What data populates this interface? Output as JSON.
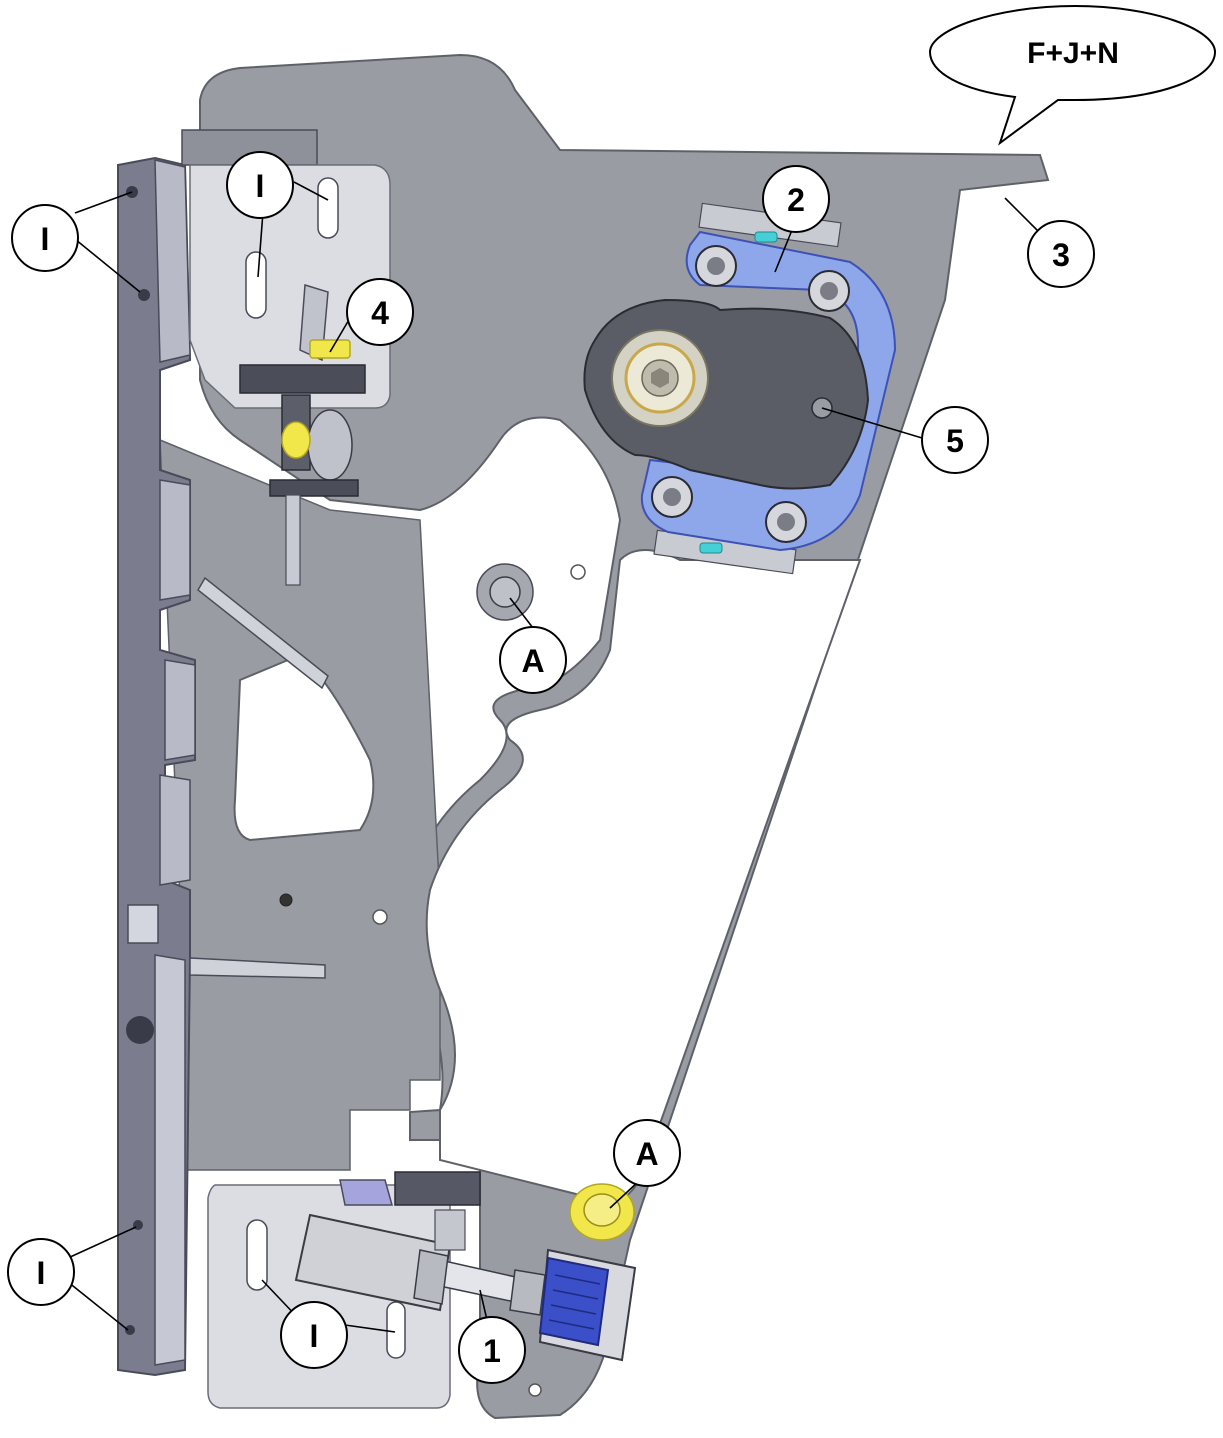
{
  "callout_bubble": {
    "label": "F+J+N"
  },
  "callouts": [
    {
      "id": "I-top-left",
      "label": "I"
    },
    {
      "id": "I-top-plate",
      "label": "I"
    },
    {
      "id": "two",
      "label": "2"
    },
    {
      "id": "three",
      "label": "3"
    },
    {
      "id": "four",
      "label": "4"
    },
    {
      "id": "five",
      "label": "5"
    },
    {
      "id": "A-mid",
      "label": "A"
    },
    {
      "id": "A-low",
      "label": "A"
    },
    {
      "id": "I-bottom-left",
      "label": "I"
    },
    {
      "id": "I-bottom-plate",
      "label": "I"
    },
    {
      "id": "one",
      "label": "1"
    }
  ],
  "colors": {
    "plate": "#9a9ca4",
    "plate_dark": "#6e7079",
    "side_rail": "#7b7d8f",
    "sub_plate": "#dcdde3",
    "blue_bracket": "#8ea6ea",
    "blue_knob": "#3b4fc8",
    "yellow": "#f1e64a",
    "cyan": "#45d0d8"
  }
}
